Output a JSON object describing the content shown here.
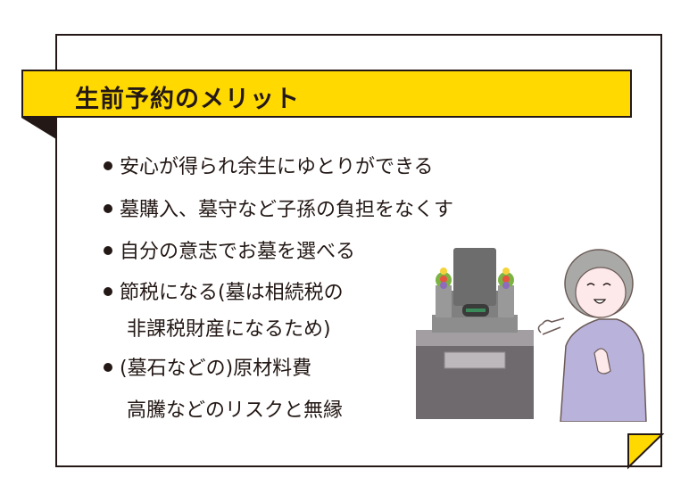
{
  "title": "生前予約のメリット",
  "items": [
    {
      "lines": [
        "安心が得られ余生にゆとりができる"
      ]
    },
    {
      "lines": [
        "墓購入、墓守など子孫の負担をなくす"
      ]
    },
    {
      "lines": [
        "自分の意志でお墓を選べる"
      ]
    },
    {
      "lines": [
        "節税になる(墓は相続税の",
        "非課税財産になるため)"
      ]
    },
    {
      "lines": [
        "(墓石などの)原材料費",
        "高騰などのリスクと無縁"
      ]
    }
  ],
  "colors": {
    "accent": "#ffd900",
    "ink": "#231815",
    "sweater": "#b9b3dc",
    "hair": "#a9aaa8",
    "stone": "#6d6d6d"
  }
}
